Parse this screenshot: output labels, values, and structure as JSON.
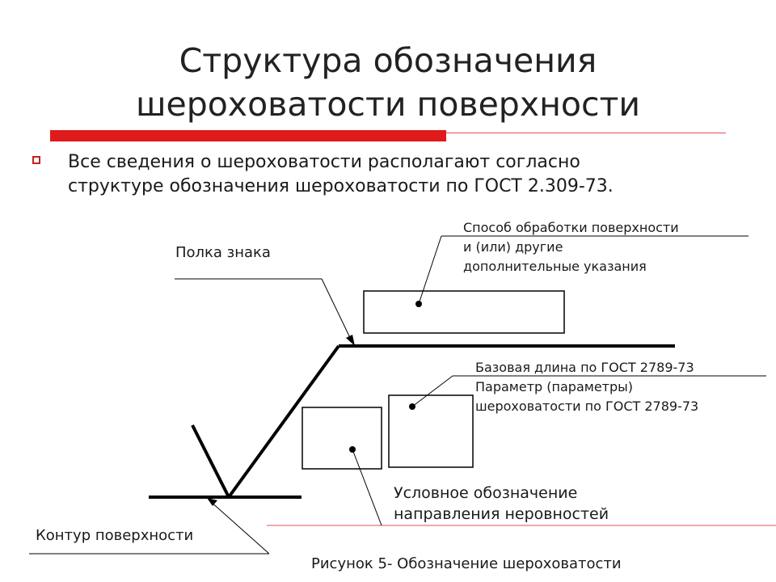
{
  "title": {
    "line1": "Структура обозначения",
    "line2": "шероховатости поверхности"
  },
  "bullet": {
    "line1": "Все сведения о шероховатости располагают согласно",
    "line2": "структуре обозначения шероховатости по ГОСТ 2.309-73."
  },
  "labels": {
    "shelf": "Полка знака",
    "method": {
      "line1": "Способ обработки поверхности",
      "line2": "и (или) другие",
      "line3": "дополнительные указания"
    },
    "base_length": {
      "line1": "Базовая длина по ГОСТ 2789-73",
      "line2": "Параметр (параметры)",
      "line3": "шероховатости по ГОСТ 2789-73"
    },
    "direction": {
      "line1": "Условное обозначение",
      "line2": "направления неровностей"
    },
    "contour": "Контур поверхности"
  },
  "caption": "Рисунок 5- Обозначение шероховатости",
  "colors": {
    "accent_red": "#e01b1b",
    "bullet_red": "#c62020",
    "divider_red": "#e05050",
    "line": "#000000"
  }
}
